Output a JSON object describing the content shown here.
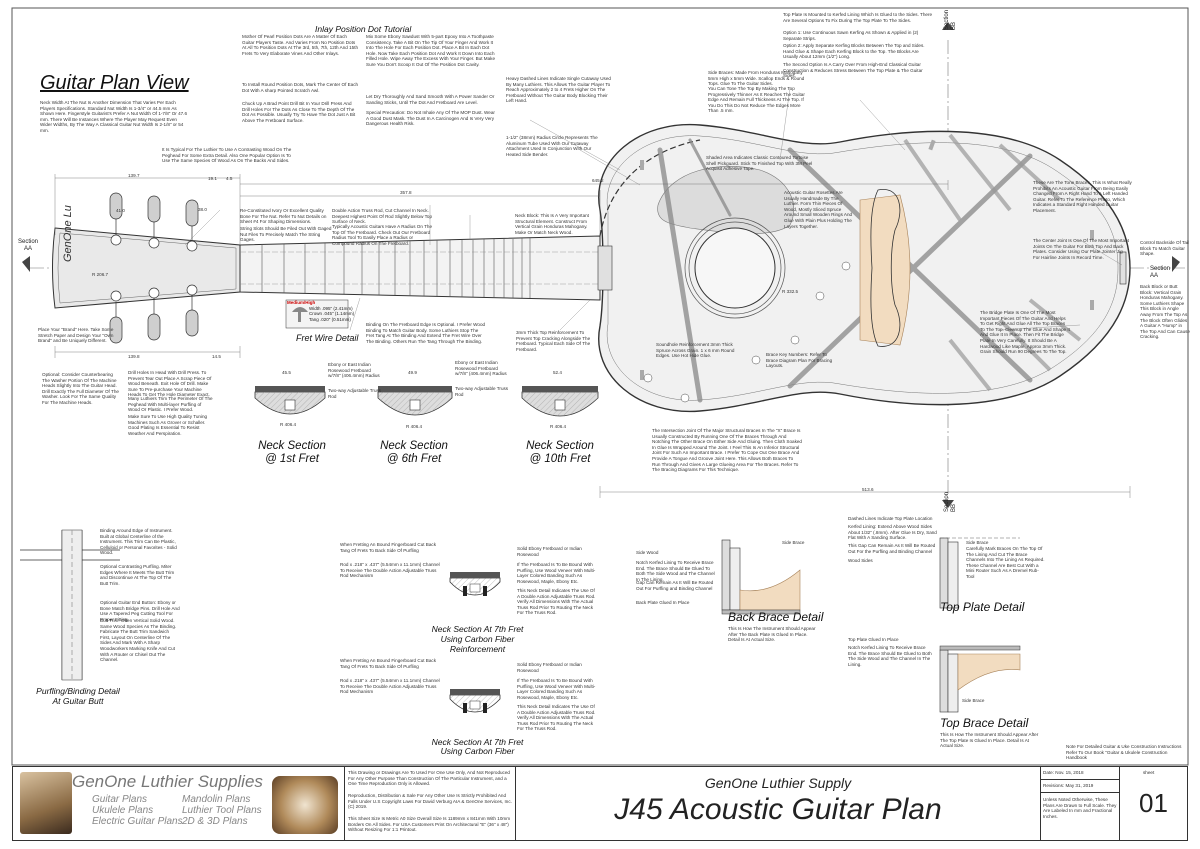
{
  "title_view": "Guitar Plan View",
  "inlay_title": "Inlay Position Dot Tutorial",
  "fret_wire_title": "Fret Wire Detail",
  "fret_legend": {
    "header": "Medium/High",
    "width": "Width .095\" (2.41mm)",
    "crown": "Crown .045\" (1.14mm)",
    "tang": "Tang .020\" (0.51mm)"
  },
  "section_aa": "Section\nAA",
  "section_bb": "Section\nBB",
  "neck_sections": [
    {
      "title_line1": "Neck Section",
      "title_line2": "@ 1st Fret"
    },
    {
      "title_line1": "Neck Section",
      "title_line2": "@ 6th Fret"
    },
    {
      "title_line1": "Neck Section",
      "title_line2": "@ 10th Fret"
    }
  ],
  "carbon_sections": [
    {
      "l1": "Neck Section At 7th Fret",
      "l2": "Using Carbon Fiber",
      "l3": "Reinforcement"
    },
    {
      "l1": "Neck Section At 7th Fret",
      "l2": "Using Carbon Fiber",
      "l3": "Reinforcement"
    }
  ],
  "purfling_title": {
    "l1": "Purfling/Binding Detail",
    "l2": "At Guitar Butt"
  },
  "back_brace_title": "Back Brace Detail",
  "top_plate_title": "Top Plate Detail",
  "top_brace_title": "Top Brace Detail",
  "headstock_text": "GenOne Lu",
  "dimensions": {
    "d1": "139.7",
    "d2": "41.0",
    "d3": "38.0",
    "d4": "19.1",
    "d5": "4.5",
    "d6": "357.8",
    "d7": "645.2",
    "d8": "R 206.7",
    "d9": "R 332.5",
    "d10": "513.6",
    "d11": "139.8",
    "d12": "14.5",
    "d13": "45.5",
    "d14": "49.9",
    "d15": "52.4",
    "d16": "R 406.4",
    "d17": "R 406.4",
    "d18": "R 406.4"
  },
  "notes": {
    "neck_width": "Neck Width At The Nut Is Another Dimension That Varies Per Each Players Specifications. Standard Nut Width Is 1-3/4\" or 44.5 mm As Shown Here. Fingerstyle Guitarist's Prefer A Nut Width Of 1-7/8\" Or 47.6 mm. There Will Be Instances Where The Player May Request Even Wider Widths, By The Way A Classical Guitar Nut Width Is 2-1/8\" or 54 mm.",
    "luthier_tip": "It Is Typical For The Luthier To Use A Contrasting Wood On The Peghead For Some Extra Detail. Also One Popular Option Is To Use The Same Species Of Wood As On The Backs And Sides.",
    "mother_pearl": "Mother Of Pearl Position Dots Are A Matter Of Each Guitar Players Taste. And Varies From No Position Dots At All To Position Dots At The 3rd, 5th, 7th, 12th And 15th Frets To Very Elaborate Vines And Other Inlays.",
    "install_dots": "To Install Round Position Dots, Mark The Center Of Each Dot With A sharp Pointed Scratch Awl.",
    "chuck_bit": "Chuck Up A Brad Point Drill Bit In Your Drill Press And Drill Holes For The Dots As Close To The Depth Of The Dot As Possible. Usually Try To Have The Dot Just A Bit Above The Fretboard Surface.",
    "mix_epoxy": "Mix Some Ebony Sawdust With 5-part Epoxy Into A Toothpaste Consistency. Take A Bit On The Tip Of Your Finger And Work It Into The Hole For Each Position Dot. Place A Bit In Each Dot Hole. Now Take Each Position Dot And Work It Down Into Each Filled Hole. Wipe Away The Excess With Your Finger. But Make Sure You Don't Scoop It Out Of The Position Dot Cavity.",
    "let_dry": "Let Dry Thoroughly And Sand Smooth With A Power Sander Or Sanding Sticks, Until The Dot And Fretboard Are Level.",
    "special": "Special Precaution: Do Not Inhale Any Of The MOP Dust. Wear A Good Dust Mask. The Dust In A Carcinogen And Is Very Very Dangerous Health Risk.",
    "reconstituted": "Re-Constituted Ivory Or Excellent Quality Bone For The Nut. Refer To Nut Details on Sheet #4 For Shaping Dimensions.",
    "string_slots": "String Slots Should Be Filed Out With Gaged Nut Files To Precisely Match The String Gages.",
    "truss_rod": "Double Action Truss Rod, Cut Channel In Neck. Deepest Highest Point Of Rod Slightly Below Top Surface of Neck.",
    "radius": "Typically Acoustic Guitars Have A Radius On The Top Of The Fretboard. Check Out Our Fretboard Radius Tool To Easily Place a Radius or Compound Radius On The Fretboard.",
    "heavy_lines": "Heavy Dashed Lines Indicate Single Cutaway Used By Many Luthiers. This Allows The Guitar Player To Reach Approximately 2 to 4 Frets Higher On The Fretboard Without The Guitar Body Blocking Their Left Hand.",
    "radius_circle": "1-1/2\" (38mm) Radius Circle Represents The Aluminum Tube Used With Our Cutaway Attachment Used In Conjunction With Our Heated Side Bender.",
    "neck_block": "Neck Block: This Is A Very Important Structural Element. Construct From Vertical Grain Honduras Mahogany. Make Or Match Neck Wood.",
    "top_plate_note": "Top Plate Is Mounted to Kerfed Lining Which Is Glued to the Sides. There Are Several Options To Fix During The Top Plate To The Sides.",
    "option1": "Option 1: Use Continuous Sawn Kerfing As Shown & Applied in (2) Separate Strips.",
    "option2": "Option 2: Apply Separate Kerfing Blocks Between The Top and Sides. Hand Glue & Shape Each Kerfing Block to the Top. The Blocks Are Usually About 12mm (1/2\") Long.",
    "second_option": "The Second Option Is A Carry Over From High-End Classical Guitar Construction & Reduces Stress Between The Top Plate & The Guitar Sides.",
    "side_braces": "Side Braces: Made From Honduras Mahogany 5mm High x 5mm Wide. Scallop Ends & Round Tops. Glue To The Guitar Sides.",
    "tone": "You Can Tone The Top By Making The Top Progressively Thinner As It Reaches The Guitar Edge And Remain Full Thickness At The Top. If You Do This Do Not Reduce The Edges More Than .5 mm.",
    "shaded_area": "Shaded Area Indicates Classic Contoured Tortoise Shell Pickguard. Stick To Finished Top With 3M Peel Acquisit Adhesive Tape.",
    "rosettes": "Acoustic Guitar Rosettes Are Usually Handmade By The Luthier. Form Thin Pieces Of Wood, Mostly Sliced Spruce Around Small Wooden Rings And Glue With Plain Plus Holding The Layers Together.",
    "tone_bars": "These Are The Tone Braces. This Is What Really Prohibits An Acoustic Guitar From Being Easily Changed From A Right Hand To A Left Handed Guitar. Refer To The Reference Photo, Which Indicates a Standard Right Handed Guitar Placement.",
    "center_joint": "The Center Joint Is One Of The Most Important Joints On The Guitar For Both Top And Back Plates. Consider Using Our Plate Jointer Jig For Hairline Joints In Record Time.",
    "control_back": "Control Backside Of Tail Block To Match Guitar Shape.",
    "back_block": "Back Block or Butt Block: Vertical Grain Honduras Mahogany. Some Luthiers Shape This Block in Angle Away From The Top As The Block Often Glides A Guitar A \"Hump\" in The Top And Can Cause Cracking.",
    "bridge_plate": "The Bridge Plate Is One Of The Most Important Pieces Of The Guitar And Helps To Get Right And Glue All The Top Braces To The Top. Cleanup The Glue And Shape It And Glue It In Place. Then Fit The Bridge Plate In Very Carefully. It Should Be A Hardwood Like Maple, Approx 3mm Thick. Grain Should Run 90 Degrees To The Top.",
    "binding": "Binding On The Fretboard Edge Is Optional. I Prefer Wood Binding To Match Guitar Body. Some Luthiers Stop The Fret Tang At The Binding And Extend The Fret Wire Over The Binding. Others Run The Tang Through The Binding.",
    "reinforcement": "3mm Thick Top Reinforcement To Prevent Top Cracking Alongside The Fretboard. Typical Each Side Of The Fretboard.",
    "soundhole": "Soundhole Reinforcement 3mm Thick Spruce Across Grain. 1 x 6 mm Round Edges. Use Hot Hide Glue.",
    "brace_numbers": "Brace Key Numbers: Refer To Brace Diagram Plan For Bracing Layouts.",
    "intersection": "The Intersection Joint Of The Major Structural Braces In The \"X\" Brace Is Usually Constructed By Running One Of The Braces Through And Notching The Other Brace On Either Side And Gluing. Then Cloth Soaked In Glue Is Wrapped Around The Joint. I Feel This Is An Inferior Structural Joint For Such An Important Brace. I Prefer To Cope Out One Brace And Provide A Tongue And Groove Joint Here. This Allows Both Braces To Run Through And Gives A Large Glueing Area For The Braces. Refer To The Bracing Diagrams For This Technique.",
    "ebony_1": "Ebony or East Indian Rosewood Fretboard w/7/8\" (406.4mm) Radius",
    "ebony_2": "Ebony or East Indian Rosewood Fretboard w/7/8\" (406.4mm) Radius",
    "truss_adj_1": "Two-way Adjustable Truss Rod",
    "truss_adj_2": "Two-way Adjustable Truss Rod",
    "place_brand": "Place Your \"Brand\" Here. Take Some Stretch Paper and Design Your \"Own Brand\" and Be Uniquely Different.",
    "optional_machine": "Optional: Consider Counterbearing The Washer Portion Of The Machine Heads Slightly Into The Guitar Head. Drill Exactly The Full Diameter Of The Washer. Look For The Same Quality For The Machine Heads.",
    "drill_holes": "Drill Holes In Head With Drill Press. To Prevent Tear Out Place A Scrap Piece Of Wood Beneath. Exit Hole Of Drill. Make Sure To Pre-purchase Your Machine Heads To Get The Hole Diameter Exact.",
    "many_luthiers": "Many Luthiers Trim The Perimeter Of The Peghead With Multi-layer Purfling of Wood Or Plastic. I Prefer Wood.",
    "high_quality": "Make Sure To Use High Quality Tuning Machines Such As Grover or Schaller. Good Plating Is Essential To Resist Weather And Perspiration.",
    "binding_around": "Binding Around Edge of Instrument. Built at Global Centerline of the Instrument. This Trim Can Be Plastic, Celluloid or Personal Favorites - Solid Wood.",
    "contrasting": "Optional Contrasting Purfling. Miter Edges Where It Meets The Butt Trim and Discontinue At The Top Of The Butt Trim.",
    "butt_trim": "Optional Guitar End Button: Ebony or Bone Match Bridge Pins. Drill Hole And Use A Tapered Peg Cutting Tool For Proper Fitting.",
    "butt_trim2": "Butt Trim: Often Vertical Solid Wood. Same Wood Species As The Binding. Fabricate The Butt Trim Sandwich First, Layout On Centerline Of The Sides And Mark With A Sharp Woodworkers Marking Knife And Cut With A Router or Chisel Out The Channel.",
    "carbon_1a": "When Fretting An Bound Fingerboard Cut Back Tang Of Frets To Back Side Of Purfling",
    "carbon_1b": "Rod x .218\" x .437\" (5.54mm x 11.1mm) Channel To Receive The Double Action Adjustable Truss Rod Mechanism",
    "carbon_1c": "Solid Ebony Fretboard or Indian Rosewood",
    "carbon_1d": "If The Fretboard Is To Be Bound With Purfling, Use Wood Veneer With Multi-Layer Colored Banding Such As Rosewood, Maple, Ebony Etc.",
    "carbon_1e": "This Neck Detail Indicates The Use Of A Double Action Adjustable Truss Rod. Verify All Dimensions With The Actual Truss Rod Prior To Routing The Neck For The Truss Rod.",
    "carbon_2a": "When Fretting An Bound Fingerboard Cut Back Tang Of Frets To Back Side Of Purfling",
    "carbon_2b": "Rod x .218\" x .437\" (5.54mm x 11.1mm) Channel To Receive The Double Action Adjustable Truss Rod Mechanism",
    "carbon_2c": "Solid Ebony Fretboard or Indian Rosewood",
    "carbon_2d": "If The Fretboard Is To Be Bound With Purfling, Use Wood Veneer With Multi-Layer Colored Banding Such As Rosewood, Maple, Ebony Etc.",
    "carbon_2e": "This Neck Detail Indicates The Use Of A Double Action Adjustable Truss Rod. Verify All Dimensions With The Actual Truss Rod Prior To Routing The Neck For The Truss Rod.",
    "bb_side_wood": "Side Wood",
    "bb_notch": "Notch Kerfed Lining To Receive Brace End. The Brace Should Be Glued To Both The Side Wood and The Channel In The Lining.",
    "bb_gap": "Gap Can Remain As It Will Be Routed Out For Purfling and Binding Channel",
    "bb_back": "Back Plate Glued In Place",
    "bb_side_brace": "Side Brace",
    "bb_how": "This Is How The Instrument Should Appear After The Back Plate Is Glued In Place. Detail Is At Actual Size.",
    "tp_dashed": "Dashed Lines Indicate Top Plate Location",
    "tp_kerfed": "Kerfed Lining: Extend Above Wood Sides About 1/32\" (.8mm). After Glue Is Dry, Sand Flat With A Sanding Surface.",
    "tp_gap": "This Gap Can Remain As It Will Be Routed Out For the Purfling and Binding Channel",
    "tp_carefully": "Carefully Mark Braces On The Top Of The Lining And Cut The Brace Channels Into The Lining As Required. These Channel Are Best Cut With a Mini Router Such As A Dremel Rub-Tool",
    "tp_wood_sides": "Wood Sides",
    "tp_side_brace": "Side Brace",
    "tb_top_plate": "Top Plate Glued In Place",
    "tb_notch": "Notch Kerfed Lining To Receive Brace End. The Brace Should Be Glued to Both The Side Wood and The Channel In The Lining.",
    "tb_side_brace": "Side Brace",
    "tb_how": "This Is How The Instrument Should Appear After The Top Plate Is Glued In Place. Detail Is At Actual Size.",
    "note_detailed": "Note For Detailed Guitar & Uke Construction Instructions Refer To Our Book \"Guitar & Ukulele Construction Handbook"
  },
  "title_block": {
    "company": "GenOne Luthier Supplies",
    "col1": [
      "Guitar Plans",
      "Ukulele Plans",
      "Electric Guitar Plans"
    ],
    "col2": [
      "Mandolin Plans",
      "Luthier Tool Plans",
      "2D & 3D Plans"
    ],
    "legal1": "This Drawing or Drawings Are To Used For One Use Only, And Not Reproduced For Any Other Purpose Than Construction Of The Particular Instrument, and a One Time Reproduction Only is Allowed.",
    "legal2": "Reproduction, Distribution & Sale For Any Other Use Is Strictly Prohibited And Falls Under U.S Copyright Laws For David Verburg AIA & GenOne Services, Inc. (C) 2019.",
    "legal3": "This Sheet Size Is Metric A0 Size Overall Size Is 1189mm x 841mm With 10mm Borders On All Sides. For USA Customers Print On Architectural \"E\" (36\" x 48\") Without Resizing For 1:1 Printout.",
    "supply": "GenOne Luthier Supply",
    "plan_title": "J45 Acoustic Guitar Plan",
    "date": "Date: Nov. 15, 2018",
    "revisions": "Revisions: May 31, 2019",
    "units_note": "Unless Noted Otherwise, These Plans Are Drawn to Full Scale. They Are Labeled In mm and Fractional Inches.",
    "sheet_label": "sheet",
    "sheet_no": "01"
  }
}
